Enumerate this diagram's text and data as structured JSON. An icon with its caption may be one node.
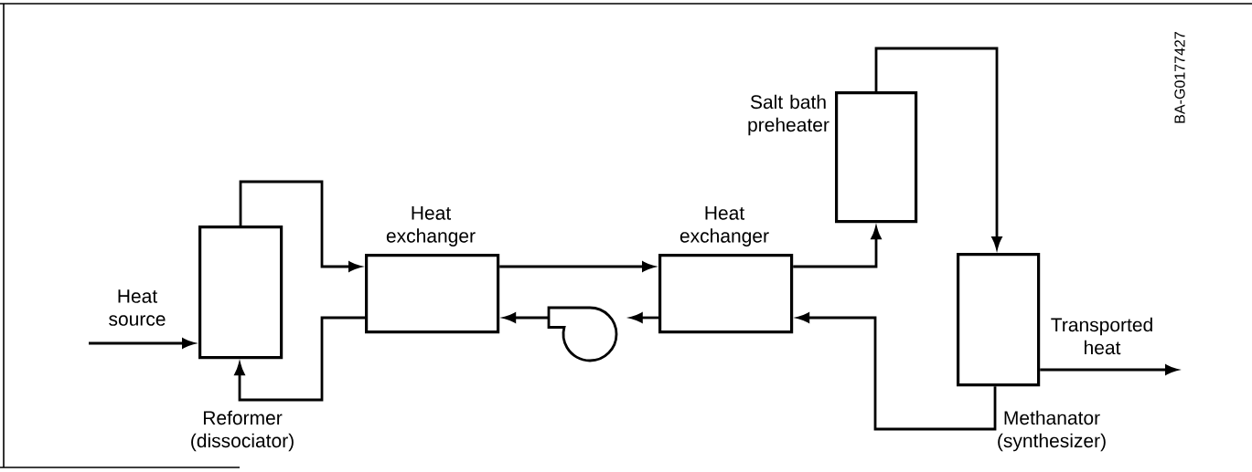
{
  "diagram": {
    "nodes": [
      {
        "text": [
          "Reformer (dissociator)"
        ]
      },
      {
        "text": [
          "Heat exchanger"
        ]
      },
      {
        "text": [
          "Heat exchanger"
        ]
      },
      {
        "text": [
          "Salt bath preheater"
        ]
      },
      {
        "text": [
          "Methanator (synthesizer)"
        ]
      },
      {
        "text": [],
        "shape": "pump"
      }
    ],
    "edges": [
      {
        "from": null,
        "to": 0,
        "arrow": "to",
        "label": "Heat source"
      },
      {
        "from": 0,
        "to": 1,
        "arrow": "to"
      },
      {
        "from": 1,
        "to": 0,
        "arrow": "to"
      },
      {
        "from": 1,
        "to": 2,
        "arrow": "to"
      },
      {
        "from": 2,
        "to": 5,
        "arrow": "to"
      },
      {
        "from": 5,
        "to": 1,
        "arrow": "to"
      },
      {
        "from": 2,
        "to": 3,
        "arrow": "to"
      },
      {
        "from": 3,
        "to": 4,
        "arrow": "to"
      },
      {
        "from": 4,
        "to": 2,
        "arrow": "to"
      },
      {
        "from": 4,
        "to": null,
        "arrow": "to",
        "label": "Transported heat"
      }
    ],
    "labels": [
      "BA-G0177427"
    ]
  }
}
